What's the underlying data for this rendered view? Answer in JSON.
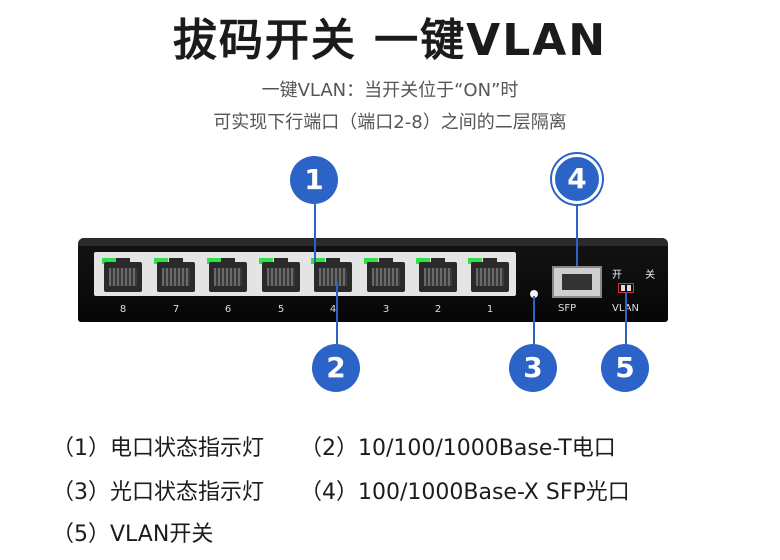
{
  "title": "拔码开关 一键VLAN",
  "subtitle_line1": "一键VLAN：当开关位于“ON”时",
  "subtitle_line2": "可实现下行端口（端口2-8）之间的二层隔离",
  "device": {
    "port_numbers": [
      "8",
      "7",
      "6",
      "5",
      "4",
      "3",
      "2",
      "1"
    ],
    "sfp_label": "SFP",
    "switch_label": "开 关",
    "vlan_label": "VLAN"
  },
  "callouts": [
    "1",
    "2",
    "3",
    "4",
    "5"
  ],
  "legend": {
    "item1": "（1）电口状态指示灯",
    "item2": "（2）10/100/1000Base-T电口",
    "item3": "（3）光口状态指示灯",
    "item4": "（4）100/1000Base-X SFP光口",
    "item5": "（5）VLAN开关"
  },
  "colors": {
    "accent": "#2b63c7",
    "led_green": "#2fe04b",
    "device_body": "#0b0b0b"
  }
}
